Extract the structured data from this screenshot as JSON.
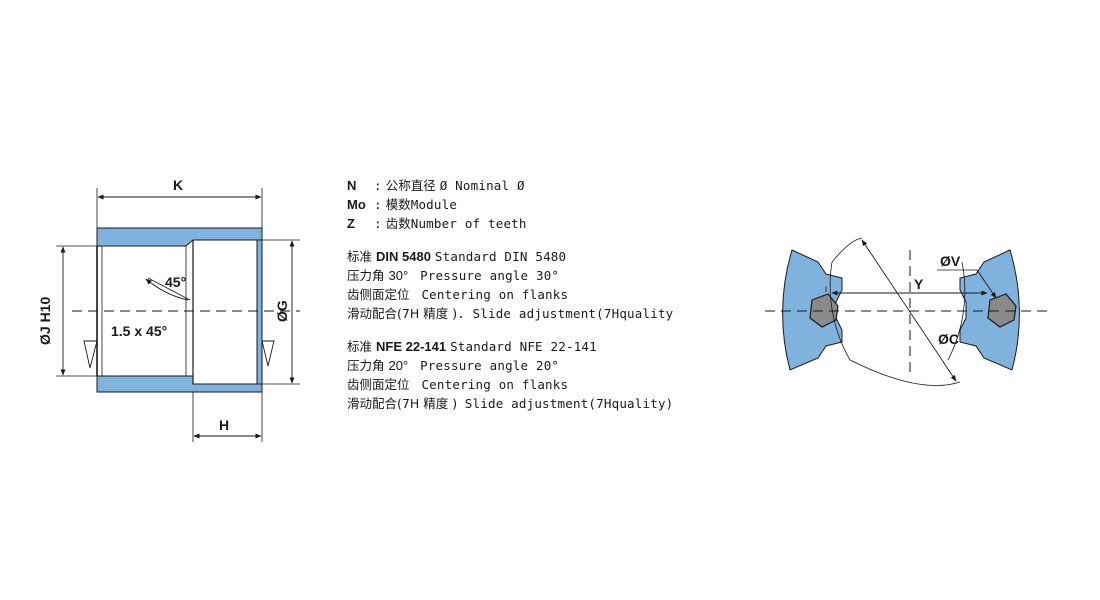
{
  "colors": {
    "part_fill": "#7fb2dc",
    "pin_fill": "#8a8a8a",
    "line": "#1a1a1a"
  },
  "drawing_labels": {
    "k": "K",
    "j": "ØJ H10",
    "g": "ØG",
    "h": "H",
    "angle": "45°",
    "chamfer": "1.5 x 45°",
    "v": "ØV",
    "y": "Y",
    "c": "ØC"
  },
  "legend": {
    "defs": [
      {
        "sym": "N",
        "sep": ":",
        "cn": "公称直径",
        "en": "Ø Nominal Ø"
      },
      {
        "sym": "Mo",
        "sep": ":",
        "cn": "模数",
        "en": "Module"
      },
      {
        "sym": "Z",
        "sep": ":",
        "cn": "齿数",
        "en": "Number of teeth"
      }
    ],
    "din": {
      "title_cn": "标准",
      "title_bold": "DIN 5480",
      "title_en": "Standard DIN 5480",
      "pressure_cn": "压力角",
      "pressure_val": "30°",
      "pressure_en": "Pressure angle 30°",
      "center_cn": "齿侧面定位",
      "center_en": "Centering on flanks",
      "slide_cn": "滑动配合",
      "slide_paren": "(7H 精度 )",
      "slide_en": ". Slide adjustment(7Hquality"
    },
    "nfe": {
      "title_cn": "标准",
      "title_bold": "NFE 22-141",
      "title_en": "Standard NFE 22-141",
      "pressure_cn": "压力角",
      "pressure_val": "20°",
      "pressure_en": "Pressure angle 20°",
      "center_cn": "齿侧面定位",
      "center_en": "Centering on flanks",
      "slide_cn": "滑动配合",
      "slide_paren": "(7H 精度 )",
      "slide_en": " Slide adjustment(7Hquality)"
    }
  }
}
